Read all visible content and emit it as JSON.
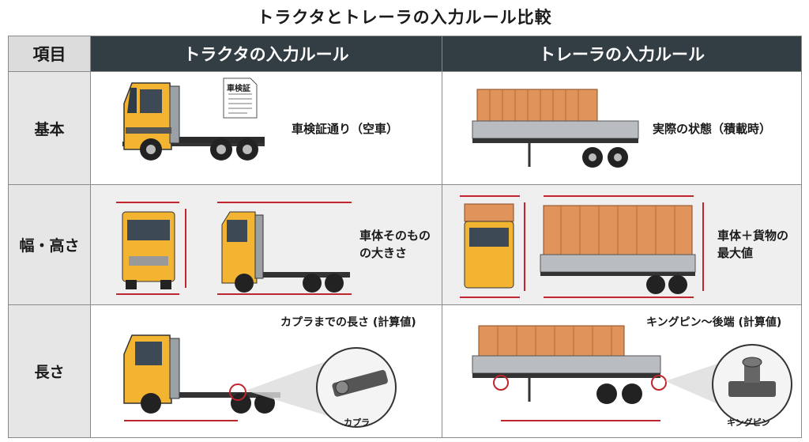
{
  "title": "トラクタとトレーラの入力ルール比較",
  "header": {
    "item": "項目",
    "tractor": "トラクタの入力ルール",
    "trailer": "トレーラの入力ルール"
  },
  "rows": [
    {
      "label": "基本",
      "tractor_text": "車検証通り（空車）",
      "document_label": "車検証",
      "trailer_text": "実際の状態（積載時）"
    },
    {
      "label": "幅・高さ",
      "tractor_text_1": "車体そのもの",
      "tractor_text_2": "の大きさ",
      "trailer_text_1": "車体＋貨物の",
      "trailer_text_2": "最大値"
    },
    {
      "label": "長さ",
      "tractor_text": "カプラまでの長さ (計算値)",
      "tractor_callout": "カプラ",
      "trailer_text": "キングピン〜後端 (計算値)",
      "trailer_callout": "キングピン"
    }
  ],
  "colors": {
    "header_dark": "#333d44",
    "cab_yellow": "#f2b431",
    "cargo_orange": "#e0935a",
    "dimension_red": "#c0262d"
  }
}
